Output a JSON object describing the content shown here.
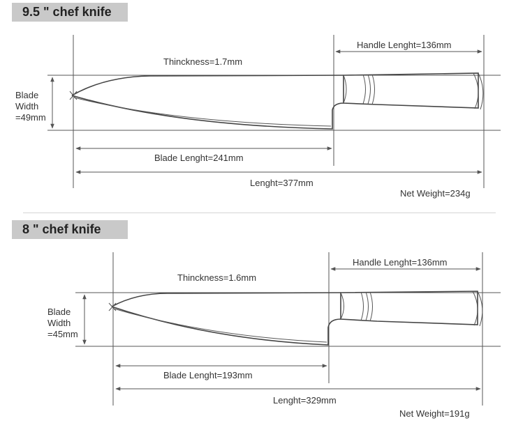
{
  "knives": [
    {
      "title": "9.5 \" chef knife",
      "thickness": "Thinckness=1.7mm",
      "handle_length": "Handle Lenght=136mm",
      "blade_width_line1": "Blade",
      "blade_width_line2": "Width",
      "blade_width_line3": "=49mm",
      "blade_length": "Blade Lenght=241mm",
      "total_length": "Lenght=377mm",
      "net_weight": "Net Weight=234g"
    },
    {
      "title": "8 \" chef knife",
      "thickness": "Thinckness=1.6mm",
      "handle_length": "Handle Lenght=136mm",
      "blade_width_line1": "Blade",
      "blade_width_line2": "Width",
      "blade_width_line3": "=45mm",
      "blade_length": "Blade Lenght=193mm",
      "total_length": "Lenght=329mm",
      "net_weight": "Net Weight=191g"
    }
  ],
  "colors": {
    "tab_background": "#c9c9c9",
    "line": "#555555"
  }
}
